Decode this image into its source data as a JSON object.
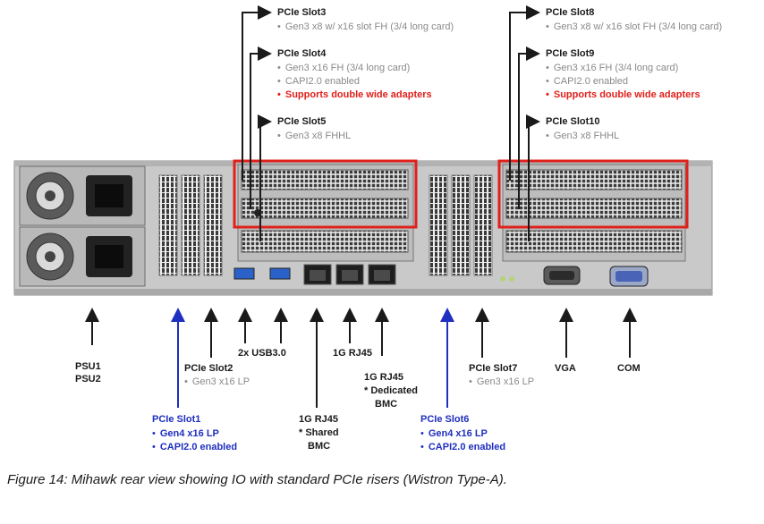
{
  "top_callouts": {
    "slot3": {
      "title": "PCIe Slot3",
      "lines": [
        "Gen3 x8 w/ x16 slot FH (3/4 long card)"
      ]
    },
    "slot4": {
      "title": "PCIe Slot4",
      "lines": [
        "Gen3 x16 FH (3/4 long card)",
        "CAPI2.0 enabled"
      ],
      "highlight": "Supports double wide adapters"
    },
    "slot5": {
      "title": "PCIe Slot5",
      "lines": [
        "Gen3 x8 FHHL"
      ]
    },
    "slot8": {
      "title": "PCIe Slot8",
      "lines": [
        "Gen3 x8 w/ x16 slot FH (3/4 long card)"
      ]
    },
    "slot9": {
      "title": "PCIe Slot9",
      "lines": [
        "Gen3 x16 FH (3/4 long card)",
        "CAPI2.0 enabled"
      ],
      "highlight": "Supports double wide adapters"
    },
    "slot10": {
      "title": "PCIe Slot10",
      "lines": [
        "Gen3 x8 FHHL"
      ]
    }
  },
  "bottom_labels": {
    "psu": {
      "line1": "PSU1",
      "line2": "PSU2"
    },
    "slot2": {
      "title": "PCIe Slot2",
      "detail": "Gen3 x16 LP"
    },
    "usb": {
      "text": "2x USB3.0"
    },
    "rj45_1g": {
      "text": "1G RJ45"
    },
    "rj45_dedicated": {
      "line1": "1G RJ45",
      "line2": "* Dedicated",
      "line3": "BMC"
    },
    "rj45_shared": {
      "line1": "1G RJ45",
      "line2": "* Shared",
      "line3": "BMC"
    },
    "slot1": {
      "title": "PCIe Slot1",
      "line1": "Gen4 x16 LP",
      "line2": "CAPI2.0 enabled"
    },
    "slot6": {
      "title": "PCIe Slot6",
      "line1": "Gen4 x16 LP",
      "line2": "CAPI2.0 enabled"
    },
    "slot7": {
      "title": "PCIe Slot7",
      "detail": "Gen3 x16 LP"
    },
    "vga": {
      "text": "VGA"
    },
    "com": {
      "text": "COM"
    }
  },
  "bullet": "•",
  "caption": "Figure 14: Mihawk rear view showing IO with standard PCIe risers (Wistron Type-A).",
  "colors": {
    "highlight_box": "#e0201b",
    "blue_text": "#1f2fbf",
    "chassis": "#c9c9c9",
    "dark": "#1a1a1a"
  }
}
